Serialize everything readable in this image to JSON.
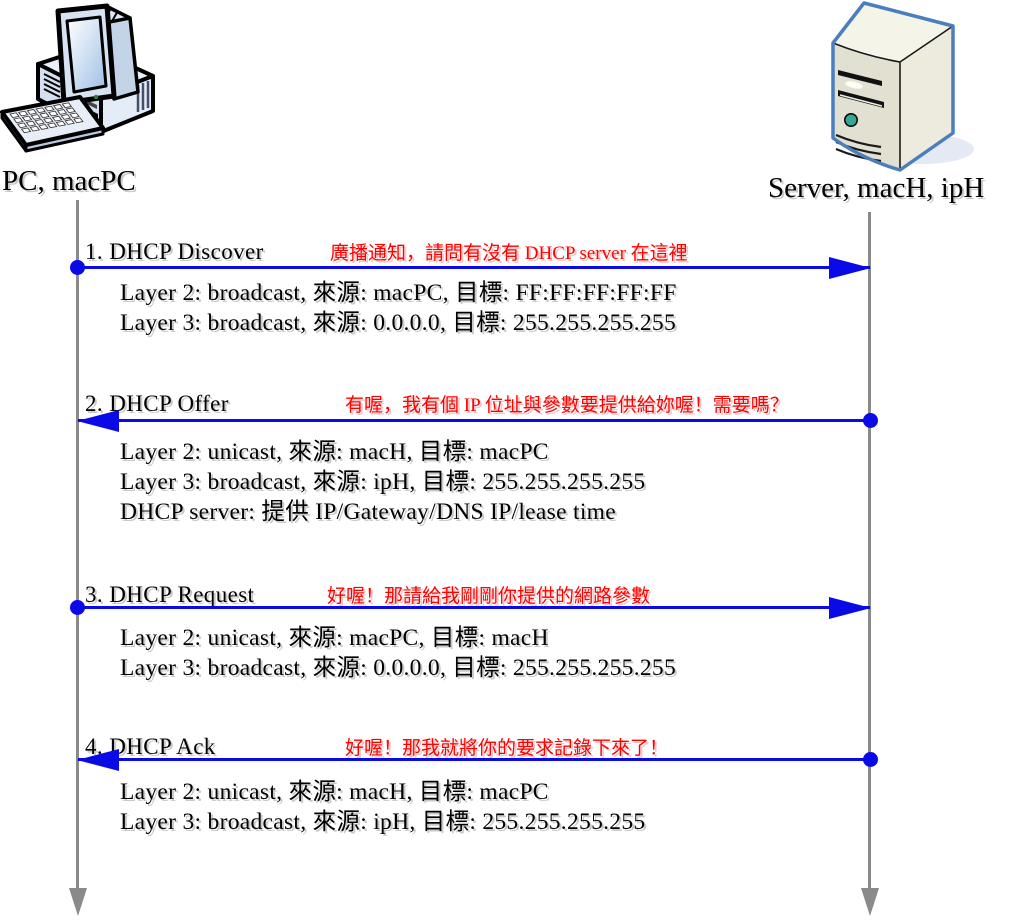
{
  "actors": {
    "pc": {
      "label": "PC, macPC",
      "icon": "desktop-computer-icon"
    },
    "server": {
      "label": "Server, macH, ipH",
      "icon": "server-tower-icon"
    }
  },
  "colors": {
    "arrow_blue": "#0A0AE6",
    "annotation_red": "#FF0000",
    "lifeline_gray": "#8A8A8A",
    "text_black": "#000000"
  },
  "messages": [
    {
      "title": "1. DHCP Discover",
      "annotation": "廣播通知，請問有沒有 DHCP server 在這裡",
      "direction": "right",
      "details": [
        "Layer 2: broadcast, 來源: macPC, 目標: FF:FF:FF:FF:FF",
        "Layer 3: broadcast, 來源: 0.0.0.0, 目標: 255.255.255.255"
      ]
    },
    {
      "title": "2. DHCP Offer",
      "annotation": "有喔，我有個 IP 位址與參數要提供給妳喔！需要嗎？",
      "direction": "left",
      "details": [
        "Layer 2: unicast, 來源: macH, 目標: macPC",
        "Layer 3: broadcast, 來源: ipH, 目標: 255.255.255.255",
        "DHCP server: 提供 IP/Gateway/DNS IP/lease time"
      ]
    },
    {
      "title": "3. DHCP Request",
      "annotation": "好喔！那請給我剛剛你提供的網路參數",
      "direction": "right",
      "details": [
        "Layer 2: unicast, 來源: macPC, 目標: macH",
        "Layer 3: broadcast, 來源: 0.0.0.0, 目標: 255.255.255.255"
      ]
    },
    {
      "title": "4. DHCP Ack",
      "annotation": "好喔！那我就將你的要求記錄下來了！",
      "direction": "left",
      "details": [
        "Layer 2: unicast, 來源: macH, 目標: macPC",
        "Layer 3: broadcast, 來源: ipH, 目標: 255.255.255.255"
      ]
    }
  ]
}
